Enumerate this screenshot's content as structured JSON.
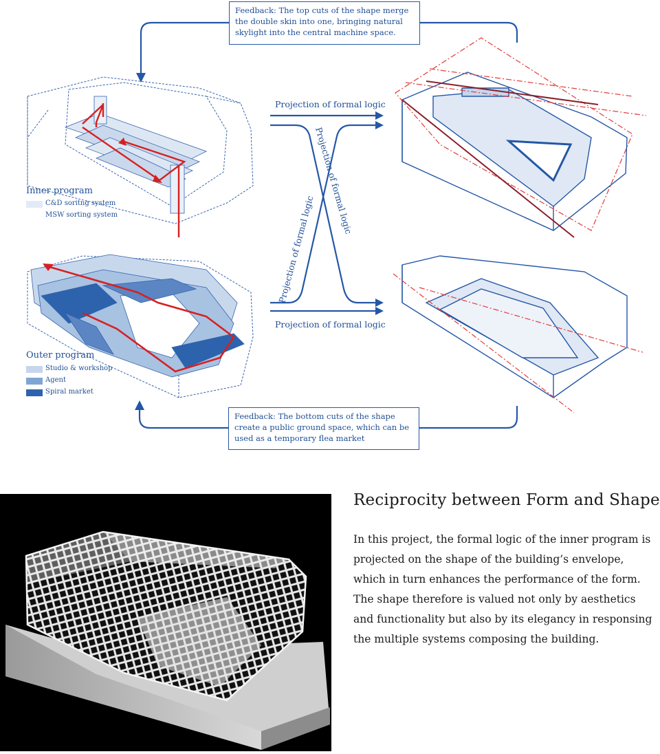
{
  "feedback_top": "Feedback: The top cuts of the shape merge the double skin into one, bringing natural skylight into the central machine space.",
  "feedback_bottom": "Feedback: The bottom cuts of the shape create a public ground space, which can be used as a temporary flea market",
  "projection_labels": {
    "top": "Projection of formal logic",
    "diag1": "Projection of formal logic",
    "diag2": "Projection of formal logic",
    "bottom": "Projection of formal logic"
  },
  "inner_program": {
    "title": "Inner program",
    "items": [
      "C&D soritng system",
      "MSW sorting system"
    ]
  },
  "outer_program": {
    "title": "Outer program",
    "items": [
      "Studio & workshop",
      "Agent",
      "Spiral market"
    ]
  },
  "colors": {
    "diagram_blue": "#2457a6",
    "light_fill": "#d6e2f1",
    "mid_fill": "#7fa6d3",
    "dark_fill": "#2d63ad",
    "red_path": "#d62020",
    "red_dash": "#e23b3b"
  },
  "title": "Reciprocity between Form and Shape",
  "body_text": "In this project, the formal logic of the inner program is projected on the shape of the building’s envelope, which in turn enhances the performance of the form. The shape therefore is valued not only by aesthetics and functionality but also by its elegancy in responsing the multiple systems composing the building."
}
